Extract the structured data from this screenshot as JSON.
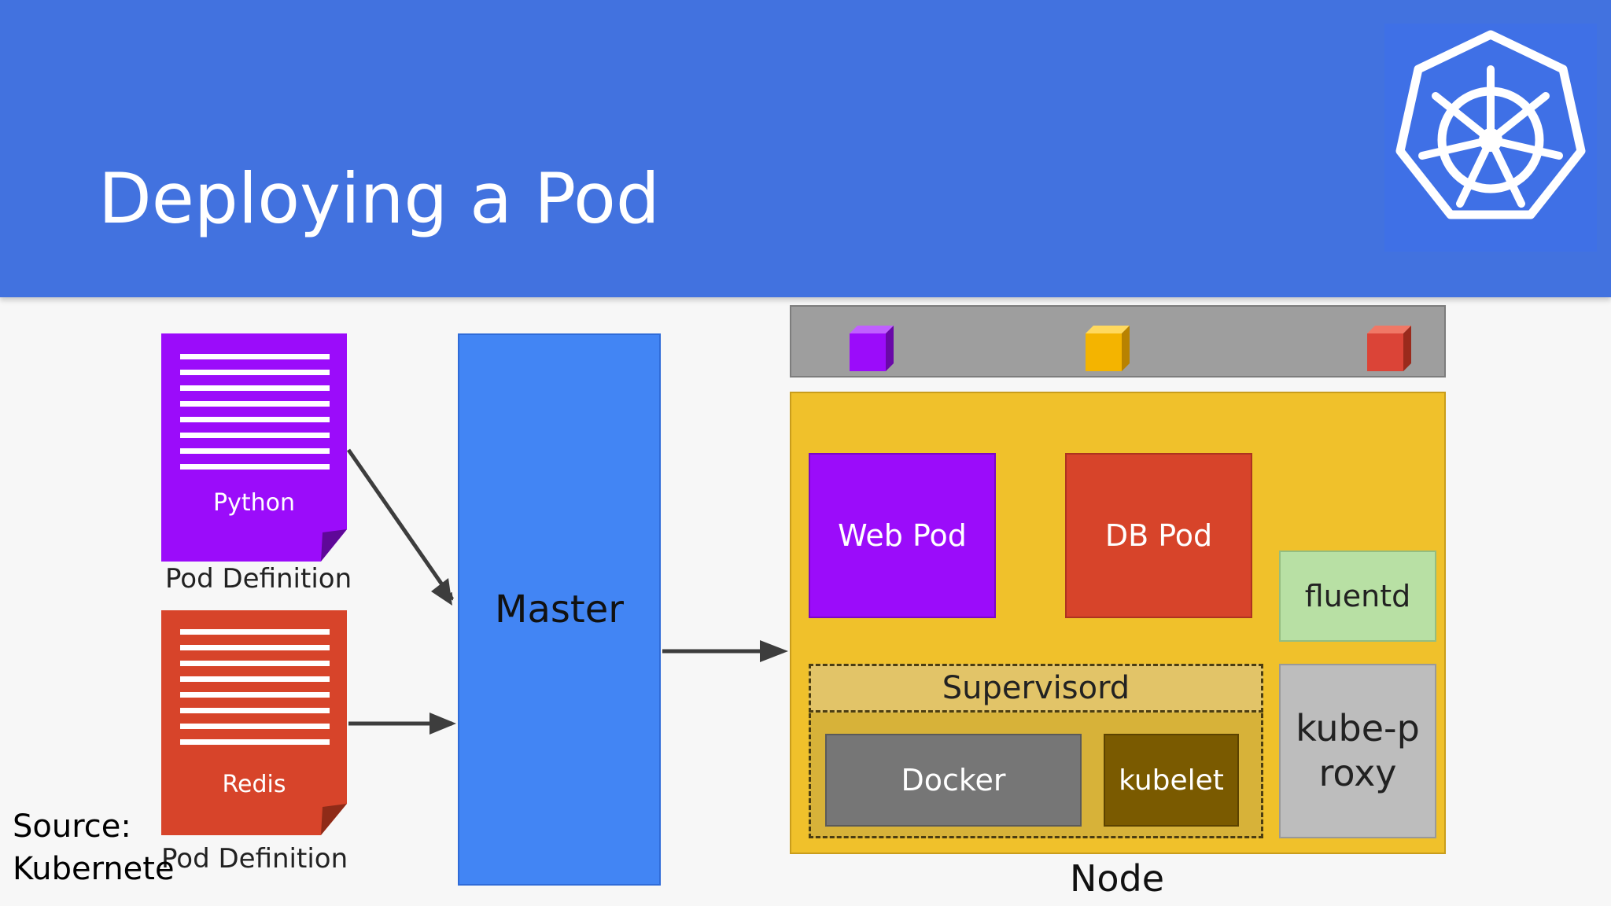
{
  "header": {
    "title": "Deploying a Pod"
  },
  "logo": {
    "icon": "kubernetes-helm-wheel-icon"
  },
  "pod_definitions": [
    {
      "label": "Python",
      "caption": "Pod Definition",
      "color": "#9b0cfa"
    },
    {
      "label": "Redis",
      "caption": "Pod Definition",
      "color": "#d7442a"
    }
  ],
  "master": {
    "label": "Master",
    "color": "#4285f4"
  },
  "registry_bar": {
    "containers": [
      {
        "icon": "purple-container-cube-icon",
        "color": "#9b0cfa"
      },
      {
        "icon": "yellow-container-cube-icon",
        "color": "#f4b400"
      },
      {
        "icon": "red-container-cube-icon",
        "color": "#db4437"
      }
    ]
  },
  "node": {
    "label": "Node",
    "web_pod": "Web Pod",
    "db_pod": "DB Pod",
    "fluentd": "fluentd",
    "kube_proxy_line1": "kube-p",
    "kube_proxy_line2": "roxy",
    "supervisord": "Supervisord",
    "docker": "Docker",
    "kubelet": "kubelet"
  },
  "source": {
    "line1": "Source:",
    "line2": "Kubernete"
  }
}
